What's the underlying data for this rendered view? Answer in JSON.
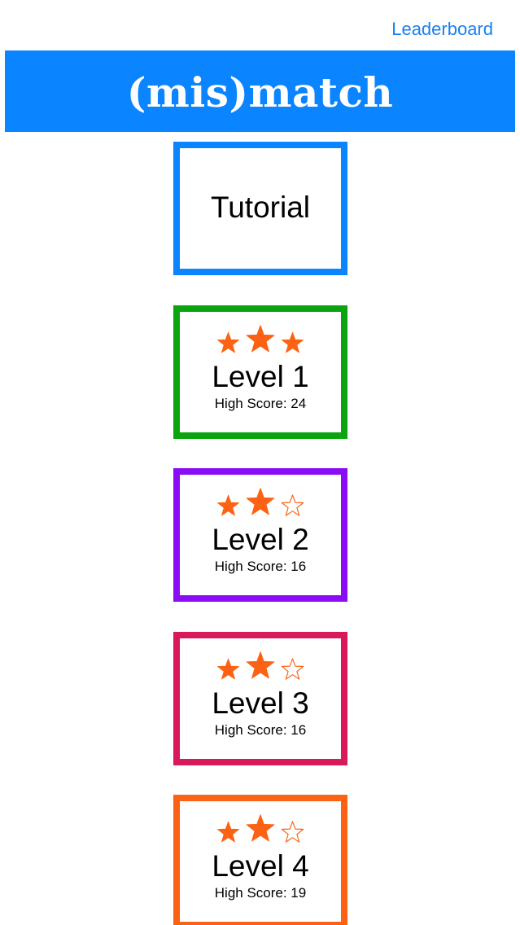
{
  "header": {
    "leaderboard_label": "Leaderboard"
  },
  "app": {
    "title": "(mis)match",
    "brand_color": "#0a84ff"
  },
  "tutorial": {
    "label": "Tutorial",
    "border_color": "#0a84ff"
  },
  "levels": [
    {
      "name": "Level 1",
      "high_score": "High Score: 24",
      "stars_earned": 3,
      "stars_total": 3,
      "border_color": "#0aa40f"
    },
    {
      "name": "Level 2",
      "high_score": "High Score: 16",
      "stars_earned": 2,
      "stars_total": 3,
      "border_color": "#8a0cf5"
    },
    {
      "name": "Level 3",
      "high_score": "High Score: 16",
      "stars_earned": 2,
      "stars_total": 3,
      "border_color": "#d8195c"
    },
    {
      "name": "Level 4",
      "high_score": "High Score: 19",
      "stars_earned": 2,
      "stars_total": 3,
      "border_color": "#fc6214"
    }
  ],
  "icons": {
    "filled_star": "star-filled-icon",
    "empty_star": "star-outline-icon"
  },
  "star_color": "#fc6214"
}
